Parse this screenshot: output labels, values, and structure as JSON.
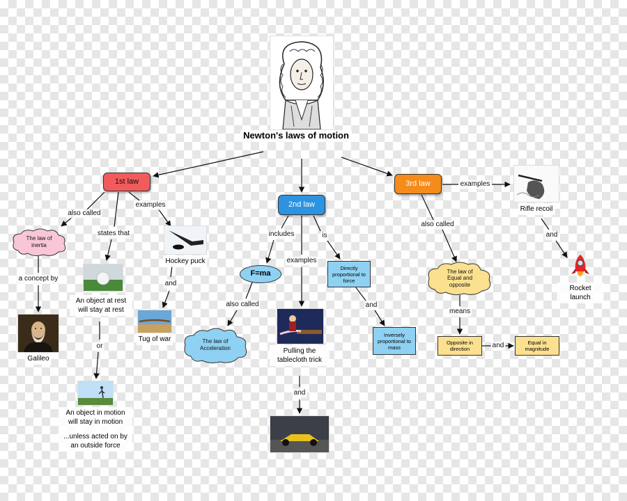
{
  "title": "Newton's laws of motion",
  "laws": {
    "first": "1st law",
    "second": "2nd law",
    "third": "3rd law"
  },
  "links": {
    "also_called_1": "also called",
    "states_that": "states that",
    "examples_1": "examples",
    "a_concept_by": "a concept by",
    "or": "or",
    "and_puck": "and",
    "includes": "includes",
    "examples_2": "examples",
    "is": "is",
    "also_called_2": "also called",
    "and_tablecloth": "and",
    "and_proportional": "and",
    "examples_3": "examples",
    "also_called_3": "also called",
    "means": "means",
    "and_opposite": "and",
    "and_rifle": "and"
  },
  "nodes": {
    "law_of_inertia": "The law of inertia",
    "galileo": "Galileo",
    "rest": "An object at rest will stay at rest",
    "motion": "An object in motion will stay in motion",
    "unless": "...unless acted on by an outside force",
    "hockey": "Hockey puck",
    "tug": "Tug of war",
    "fma": "F=ma",
    "acceleration": "The law of Acceleration",
    "tablecloth": "Pulling the tablecloth trick",
    "directly": "Directly proportional to force",
    "inversely": "Inversely proportional to mass",
    "equal_opposite": "The law of Equal and opposite",
    "opposite_dir": "Opposite in direction",
    "equal_mag": "Equal in magnitude",
    "rifle": "Rifle recoil",
    "rocket": "Rocket launch"
  },
  "colors": {
    "law1": "#f25b5b",
    "law2": "#2c93e0",
    "law3": "#f48b1b",
    "cloud_pink": "#f8c6d6",
    "cloud_blue": "#8fd1f2",
    "cloud_yellow": "#fbe08f"
  }
}
